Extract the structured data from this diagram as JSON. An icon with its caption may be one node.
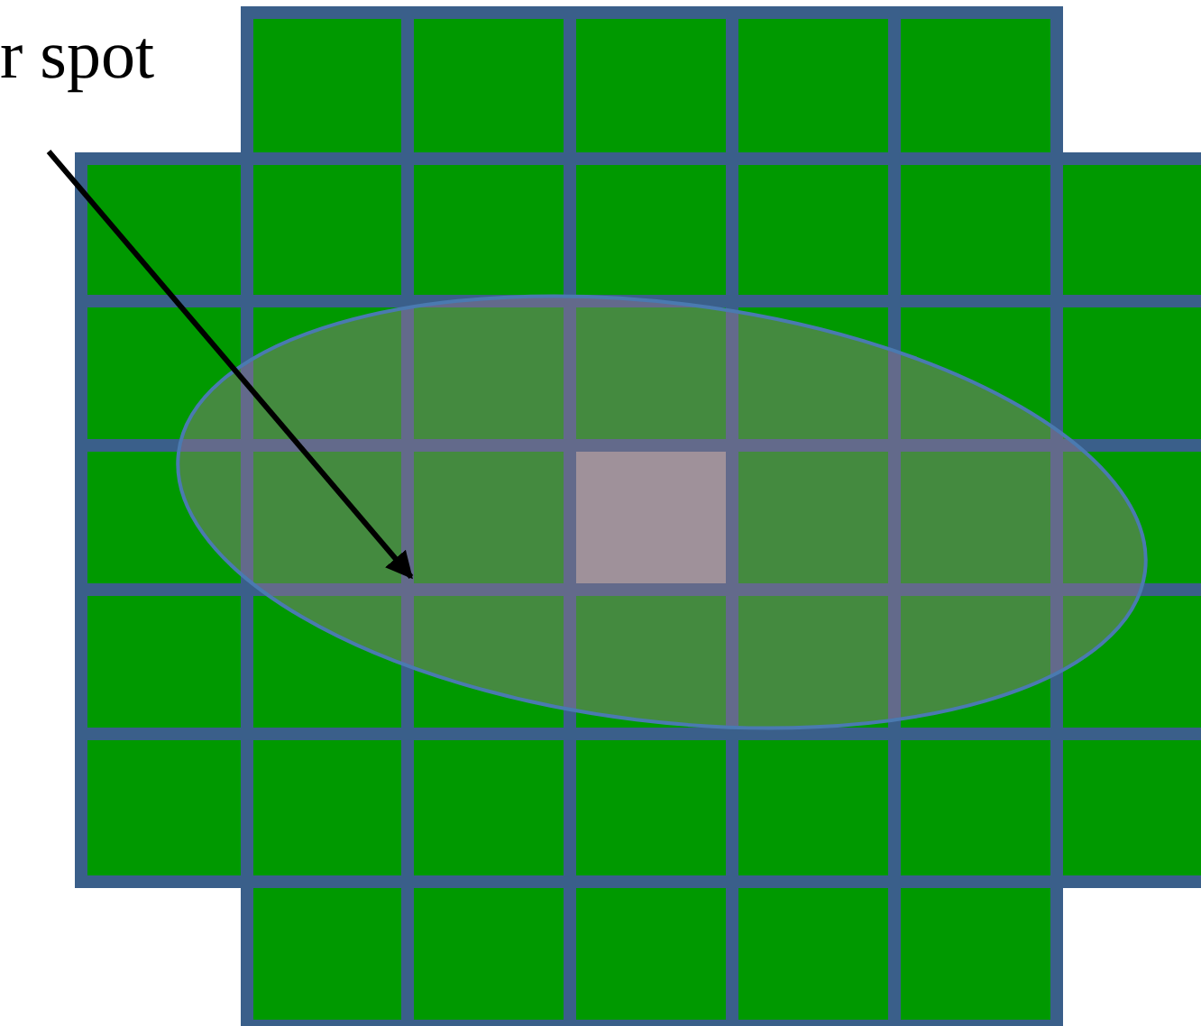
{
  "diagram": {
    "nodes": [
      {
        "text": [
          "r spot"
        ]
      },
      {
        "text": [],
        "shape": "ellipse"
      }
    ],
    "edges": [
      {
        "from": 0,
        "to": 1,
        "arrow": "to"
      }
    ]
  }
}
